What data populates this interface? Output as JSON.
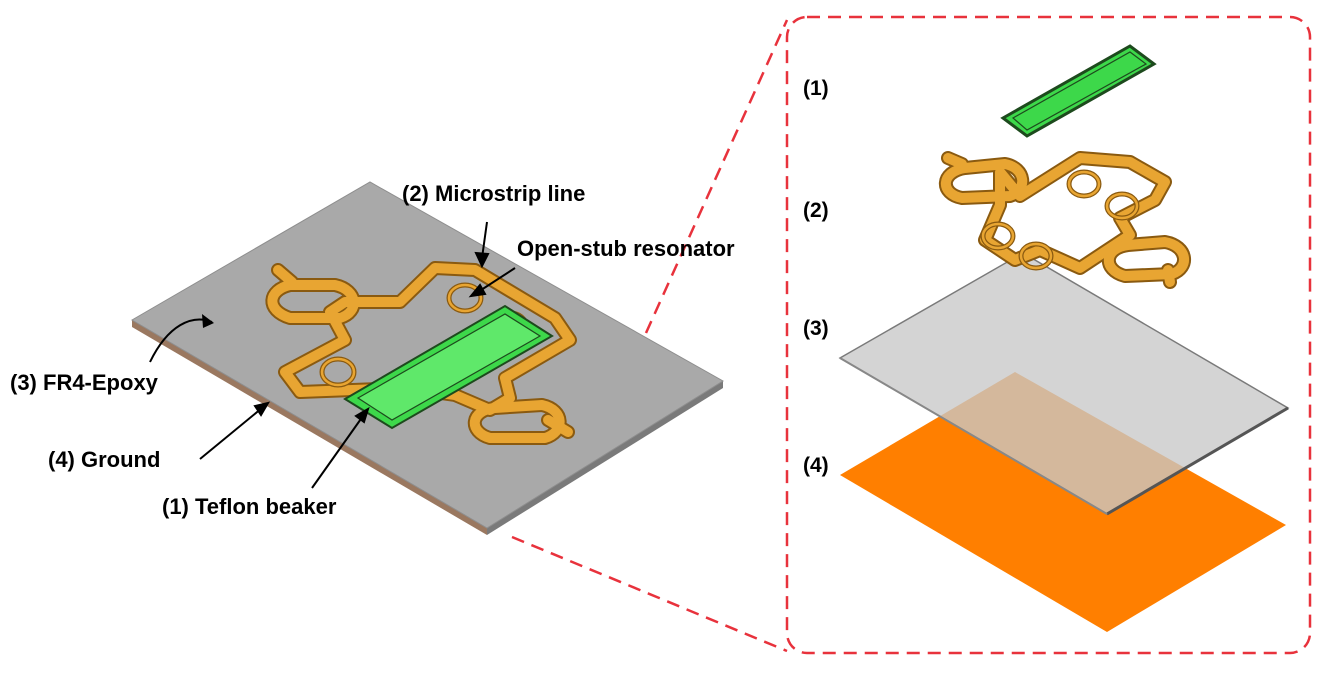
{
  "assembled_view": {
    "labels": {
      "microstrip": "(2)  Microstrip line",
      "resonator": "Open-stub resonator",
      "fr4": "(3)  FR4-Epoxy",
      "ground": "(4)  Ground",
      "teflon": "(1)  Teflon beaker"
    }
  },
  "exploded_view": {
    "layer_numbers": [
      "(1)",
      "(2)",
      "(3)",
      "(4)"
    ]
  },
  "colors": {
    "substrate": "#a9a9a9",
    "substrate_edge": "#9a7860",
    "microstrip": "#e8a532",
    "microstrip_edge": "#8a5a10",
    "teflon": "#3dd84a",
    "teflon_edge": "#1d4a1d",
    "ground": "#ff7f00",
    "dashed_frame": "#e8323c",
    "fr4_layer": "rgba(200,200,200,0.78)"
  }
}
